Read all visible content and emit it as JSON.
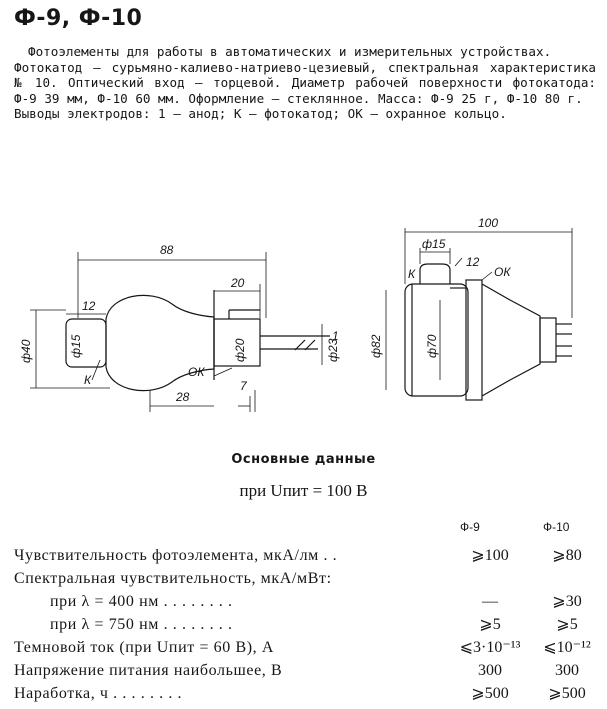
{
  "title": "Ф-9, Ф-10",
  "description": [
    "Фотоэлементы для работы в автоматических и измерительных устройствах.",
    "Фотокатод — сурьмяно-калиево-натриево-цезиевый, спектральная характеристика № 10. Оптический вход — торцевой. Диаметр рабочей поверхности фотокатода: Ф-9 39 мм, Ф-10 60 мм. Оформление — стеклянное. Масса: Ф-9 25 г, Ф-10 80 г.",
    "Выводы электродов: 1 — анод; К — фотокатод; ОК — охранное кольцо."
  ],
  "figure": {
    "left": {
      "dim_88": "88",
      "dim_20": "20",
      "dim_12": "12",
      "dim_28": "28",
      "dim_7": "7",
      "dia_40": "ф40",
      "dia_15": "ф15",
      "dia_20": "ф20",
      "dia_23": "ф23",
      "label_k": "К",
      "label_ok": "ОК",
      "label_1": "1"
    },
    "right": {
      "dim_100": "100",
      "dia_15": "ф15",
      "dim_12": "12",
      "dia_82": "ф82",
      "dia_70": "ф70",
      "label_k": "К",
      "label_ok": "ОК"
    }
  },
  "section_title": "Основные данные",
  "condition": "при Uпит = 100 В",
  "columns": [
    "Ф-9",
    "Ф-10"
  ],
  "rows": [
    {
      "label": "Чувствительность фотоэлемента, мкА/лм . .",
      "v1": "⩾100",
      "v2": "⩾80",
      "sub": false
    },
    {
      "label": "Спектральная чувствительность, мкА/мВт:",
      "v1": "",
      "v2": "",
      "sub": false
    },
    {
      "label": "при λ = 400 нм . . . . . . . .",
      "v1": "—",
      "v2": "⩾30",
      "sub": true
    },
    {
      "label": "при λ = 750 нм . . . . . . . .",
      "v1": "⩾5",
      "v2": "⩾5",
      "sub": true
    },
    {
      "label": "Темновой ток (при Uпит = 60 В), А",
      "v1": "⩽3·10⁻¹³",
      "v2": "⩽10⁻¹²",
      "sub": false
    },
    {
      "label": "Напряжение питания наибольшее, В",
      "v1": "300",
      "v2": "300",
      "sub": false
    },
    {
      "label": "Наработка, ч . . . . . . . .",
      "v1": "⩾500",
      "v2": "⩾500",
      "sub": false
    }
  ]
}
